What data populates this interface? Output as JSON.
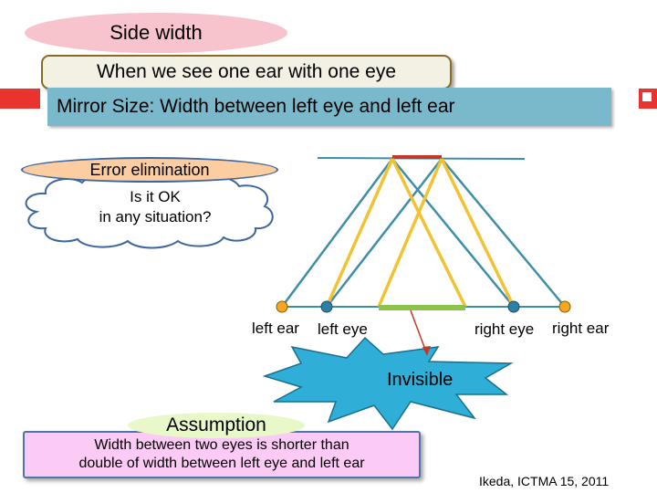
{
  "slide": {
    "side_width": "Side width",
    "subtitle": "When we see one ear with one eye",
    "mirror_size": "Mirror Size: Width between left eye and left ear",
    "error_elimination": "Error elimination",
    "question_line1": "Is it OK",
    "question_line2": "in any situation?",
    "labels": {
      "left_ear": "left ear",
      "left_eye": "left eye",
      "right_eye": "right eye",
      "right_ear": "right ear"
    },
    "invisible": "Invisible",
    "assumption_title": "Assumption",
    "assumption_line1": "Width between two eyes is shorter than",
    "assumption_line2": "double of width between left eye and left ear",
    "credit": "Ikeda, ICTMA 15, 2011"
  },
  "colors": {
    "ray_teal": "#3e8ea8",
    "ray_yellow": "#f1c232",
    "mirror_red": "#c0392b",
    "green_segment": "#8bc34a",
    "point_orange": "#f5a623",
    "point_blue": "#2e7fa8"
  }
}
